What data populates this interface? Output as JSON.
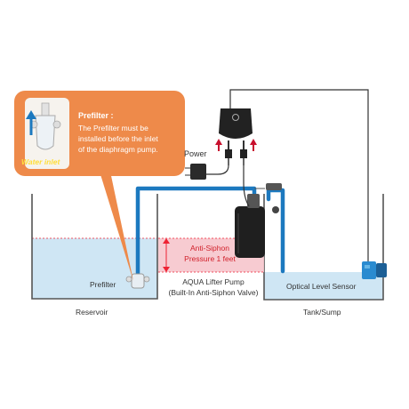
{
  "callout": {
    "title": "Prefilter :",
    "body": [
      "The Prefilter must be",
      "installed before the inlet",
      "of the diaphragm pump."
    ],
    "water_inlet": "Water inlet"
  },
  "labels": {
    "power": "Power",
    "prefilter": "Prefilter",
    "anti_siphon_line1": "Anti-Siphon",
    "anti_siphon_line2": "Pressure 1 feet",
    "pump_line1": "AQUA Lifter Pump",
    "pump_line2": "(Built-In Anti-Siphon Valve)",
    "sensor": "Optical Level Sensor",
    "reservoir": "Reservoir",
    "tank": "Tank/Sump"
  },
  "colors": {
    "callout_orange": "#ee8a4a",
    "water": "#cfe6f4",
    "tube": "#1c79bf",
    "zone_pink": "#f6c5cc",
    "arrow_red": "#c8102e",
    "sensor_blue": "#2a8bd0"
  }
}
